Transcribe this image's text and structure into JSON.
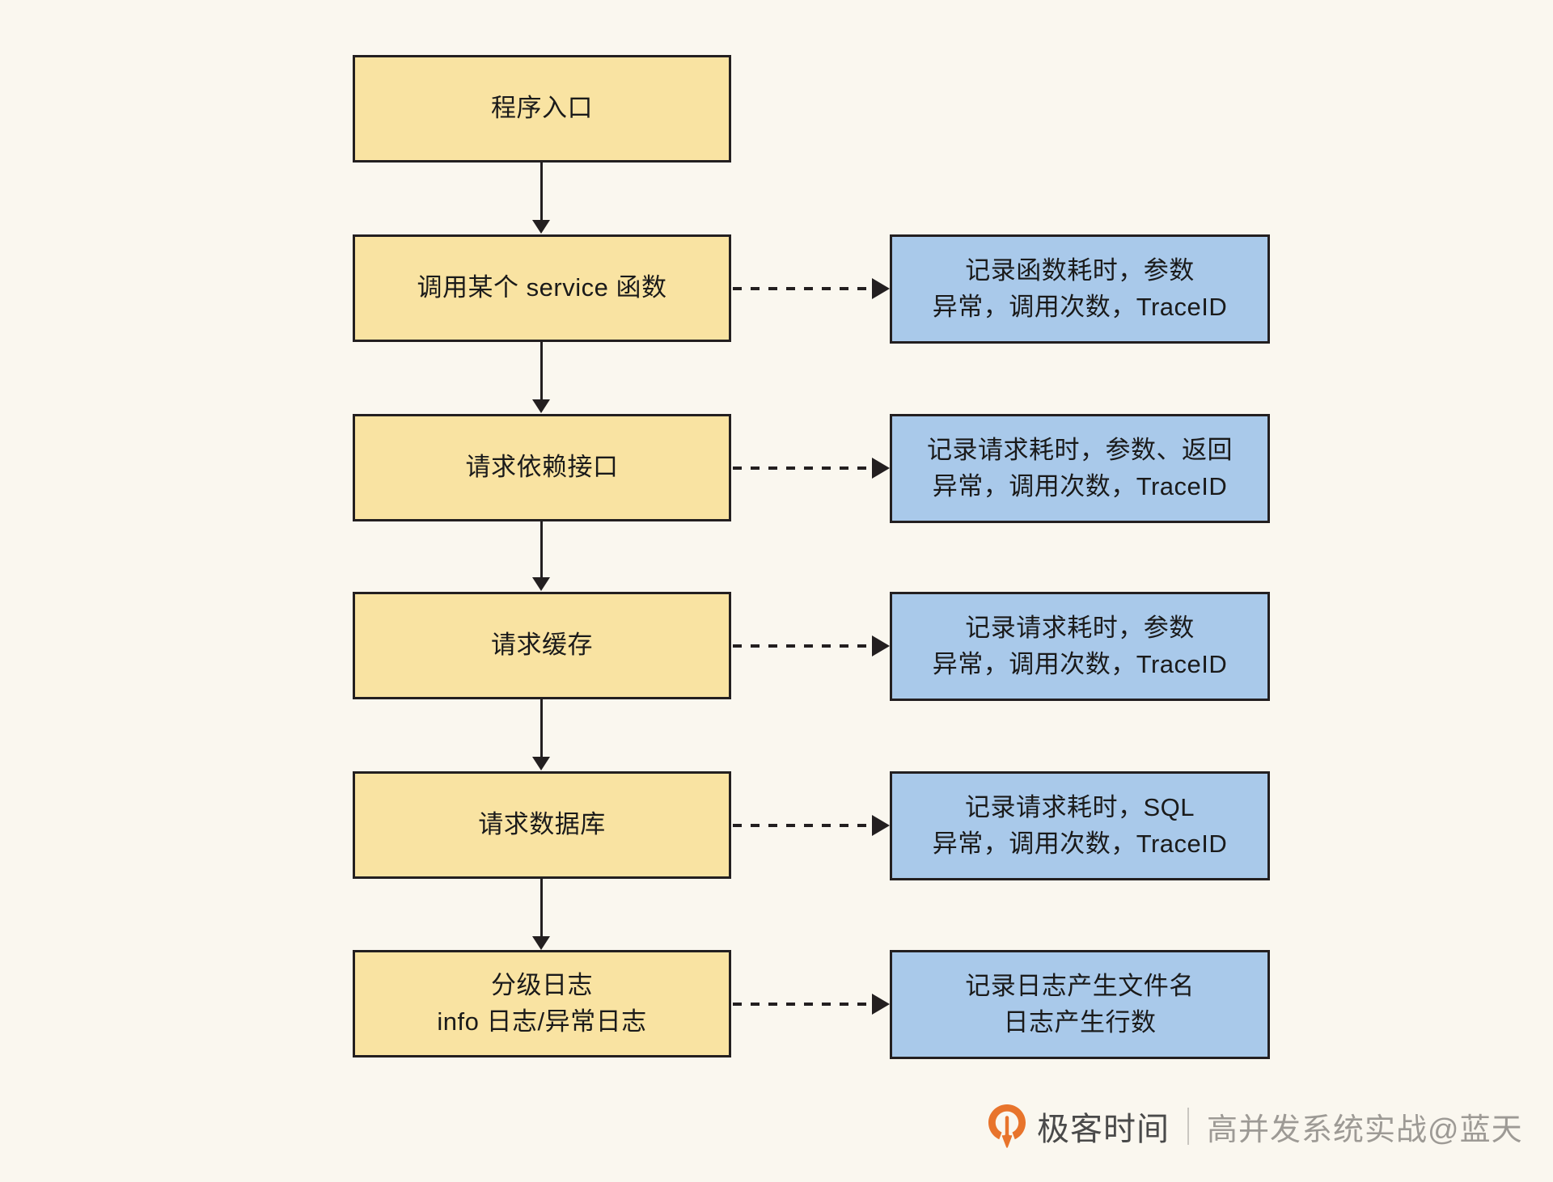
{
  "diagram": {
    "background_color": "#faf7ef",
    "flow_node_color": "#f9e3a2",
    "note_node_color": "#a9c9ea",
    "stroke_color": "#231f20",
    "steps": [
      {
        "id": "entry",
        "lines": [
          "程序入口"
        ],
        "note": null
      },
      {
        "id": "call-service",
        "lines": [
          "调用某个 service 函数"
        ],
        "note": {
          "lines": [
            "记录函数耗时，参数",
            "异常，调用次数，TraceID"
          ]
        }
      },
      {
        "id": "request-dependency",
        "lines": [
          "请求依赖接口"
        ],
        "note": {
          "lines": [
            "记录请求耗时，参数、返回",
            "异常，调用次数，TraceID"
          ]
        }
      },
      {
        "id": "request-cache",
        "lines": [
          "请求缓存"
        ],
        "note": {
          "lines": [
            "记录请求耗时，参数",
            "异常，调用次数，TraceID"
          ]
        }
      },
      {
        "id": "request-database",
        "lines": [
          "请求数据库"
        ],
        "note": {
          "lines": [
            "记录请求耗时，SQL",
            "异常，调用次数，TraceID"
          ]
        }
      },
      {
        "id": "leveled-log",
        "lines": [
          "分级日志",
          "info 日志/异常日志"
        ],
        "note": {
          "lines": [
            "记录日志产生文件名",
            "日志产生行数"
          ]
        }
      }
    ]
  },
  "footer": {
    "brand": "极客时间",
    "divider": "|",
    "subtitle": "高并发系统实战@蓝天",
    "logo_color": "#e8742c"
  }
}
